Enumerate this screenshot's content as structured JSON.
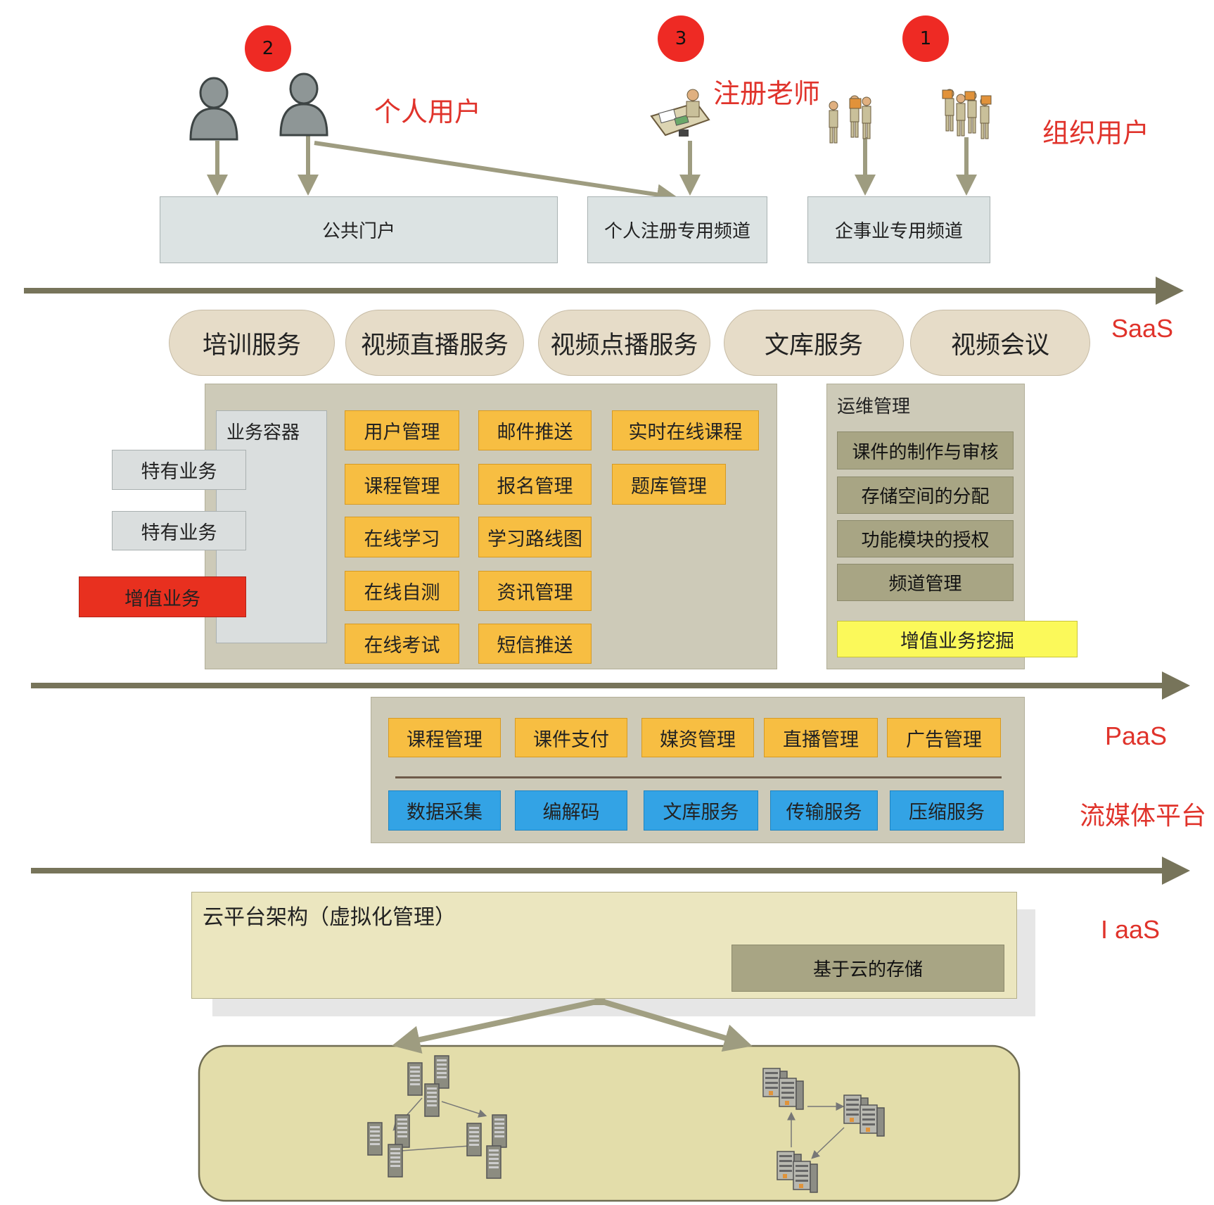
{
  "users": {
    "badge_personal": "2",
    "badge_teacher": "3",
    "badge_org": "1",
    "personal_label": "个人用户",
    "teacher_label": "注册老师",
    "org_label": "组织用户"
  },
  "portals": {
    "public": "公共门户",
    "personal": "个人注册专用频道",
    "enterprise": "企事业专用频道"
  },
  "layers": {
    "saas": "SaaS",
    "paas": "PaaS",
    "streaming": "流媒体平台",
    "iaas": "I aaS"
  },
  "saas_services": [
    "培训服务",
    "视频直播服务",
    "视频点播服务",
    "文库服务",
    "视频会议"
  ],
  "business": {
    "container_title": "业务容器",
    "special_1": "特有业务",
    "special_2": "特有业务",
    "value_added": "增值业务",
    "modules": {
      "m1": "用户管理",
      "m2": "邮件推送",
      "m3": "实时在线课程",
      "m4": "课程管理",
      "m5": "报名管理",
      "m6": "题库管理",
      "m7": "在线学习",
      "m8": "学习路线图",
      "m9": "在线自测",
      "m10": "资讯管理",
      "m11": "在线考试",
      "m12": "短信推送"
    }
  },
  "ops": {
    "title": "运维管理",
    "items": [
      "课件的制作与审核",
      "存储空间的分配",
      "功能模块的授权",
      "频道管理"
    ],
    "value_mining": "增值业务挖掘"
  },
  "paas_modules": [
    "课程管理",
    "课件支付",
    "媒资管理",
    "直播管理",
    "广告管理"
  ],
  "streaming_modules": [
    "数据采集",
    "编解码",
    "文库服务",
    "传输服务",
    "压缩服务"
  ],
  "cloud": {
    "title": "云平台架构（虚拟化管理）",
    "storage": "基于云的存储"
  },
  "colors": {
    "accent_red": "#e0332b",
    "orange": "#f7be42",
    "blue": "#33a3e5",
    "olive": "#a8a584",
    "axis": "#77745a"
  }
}
